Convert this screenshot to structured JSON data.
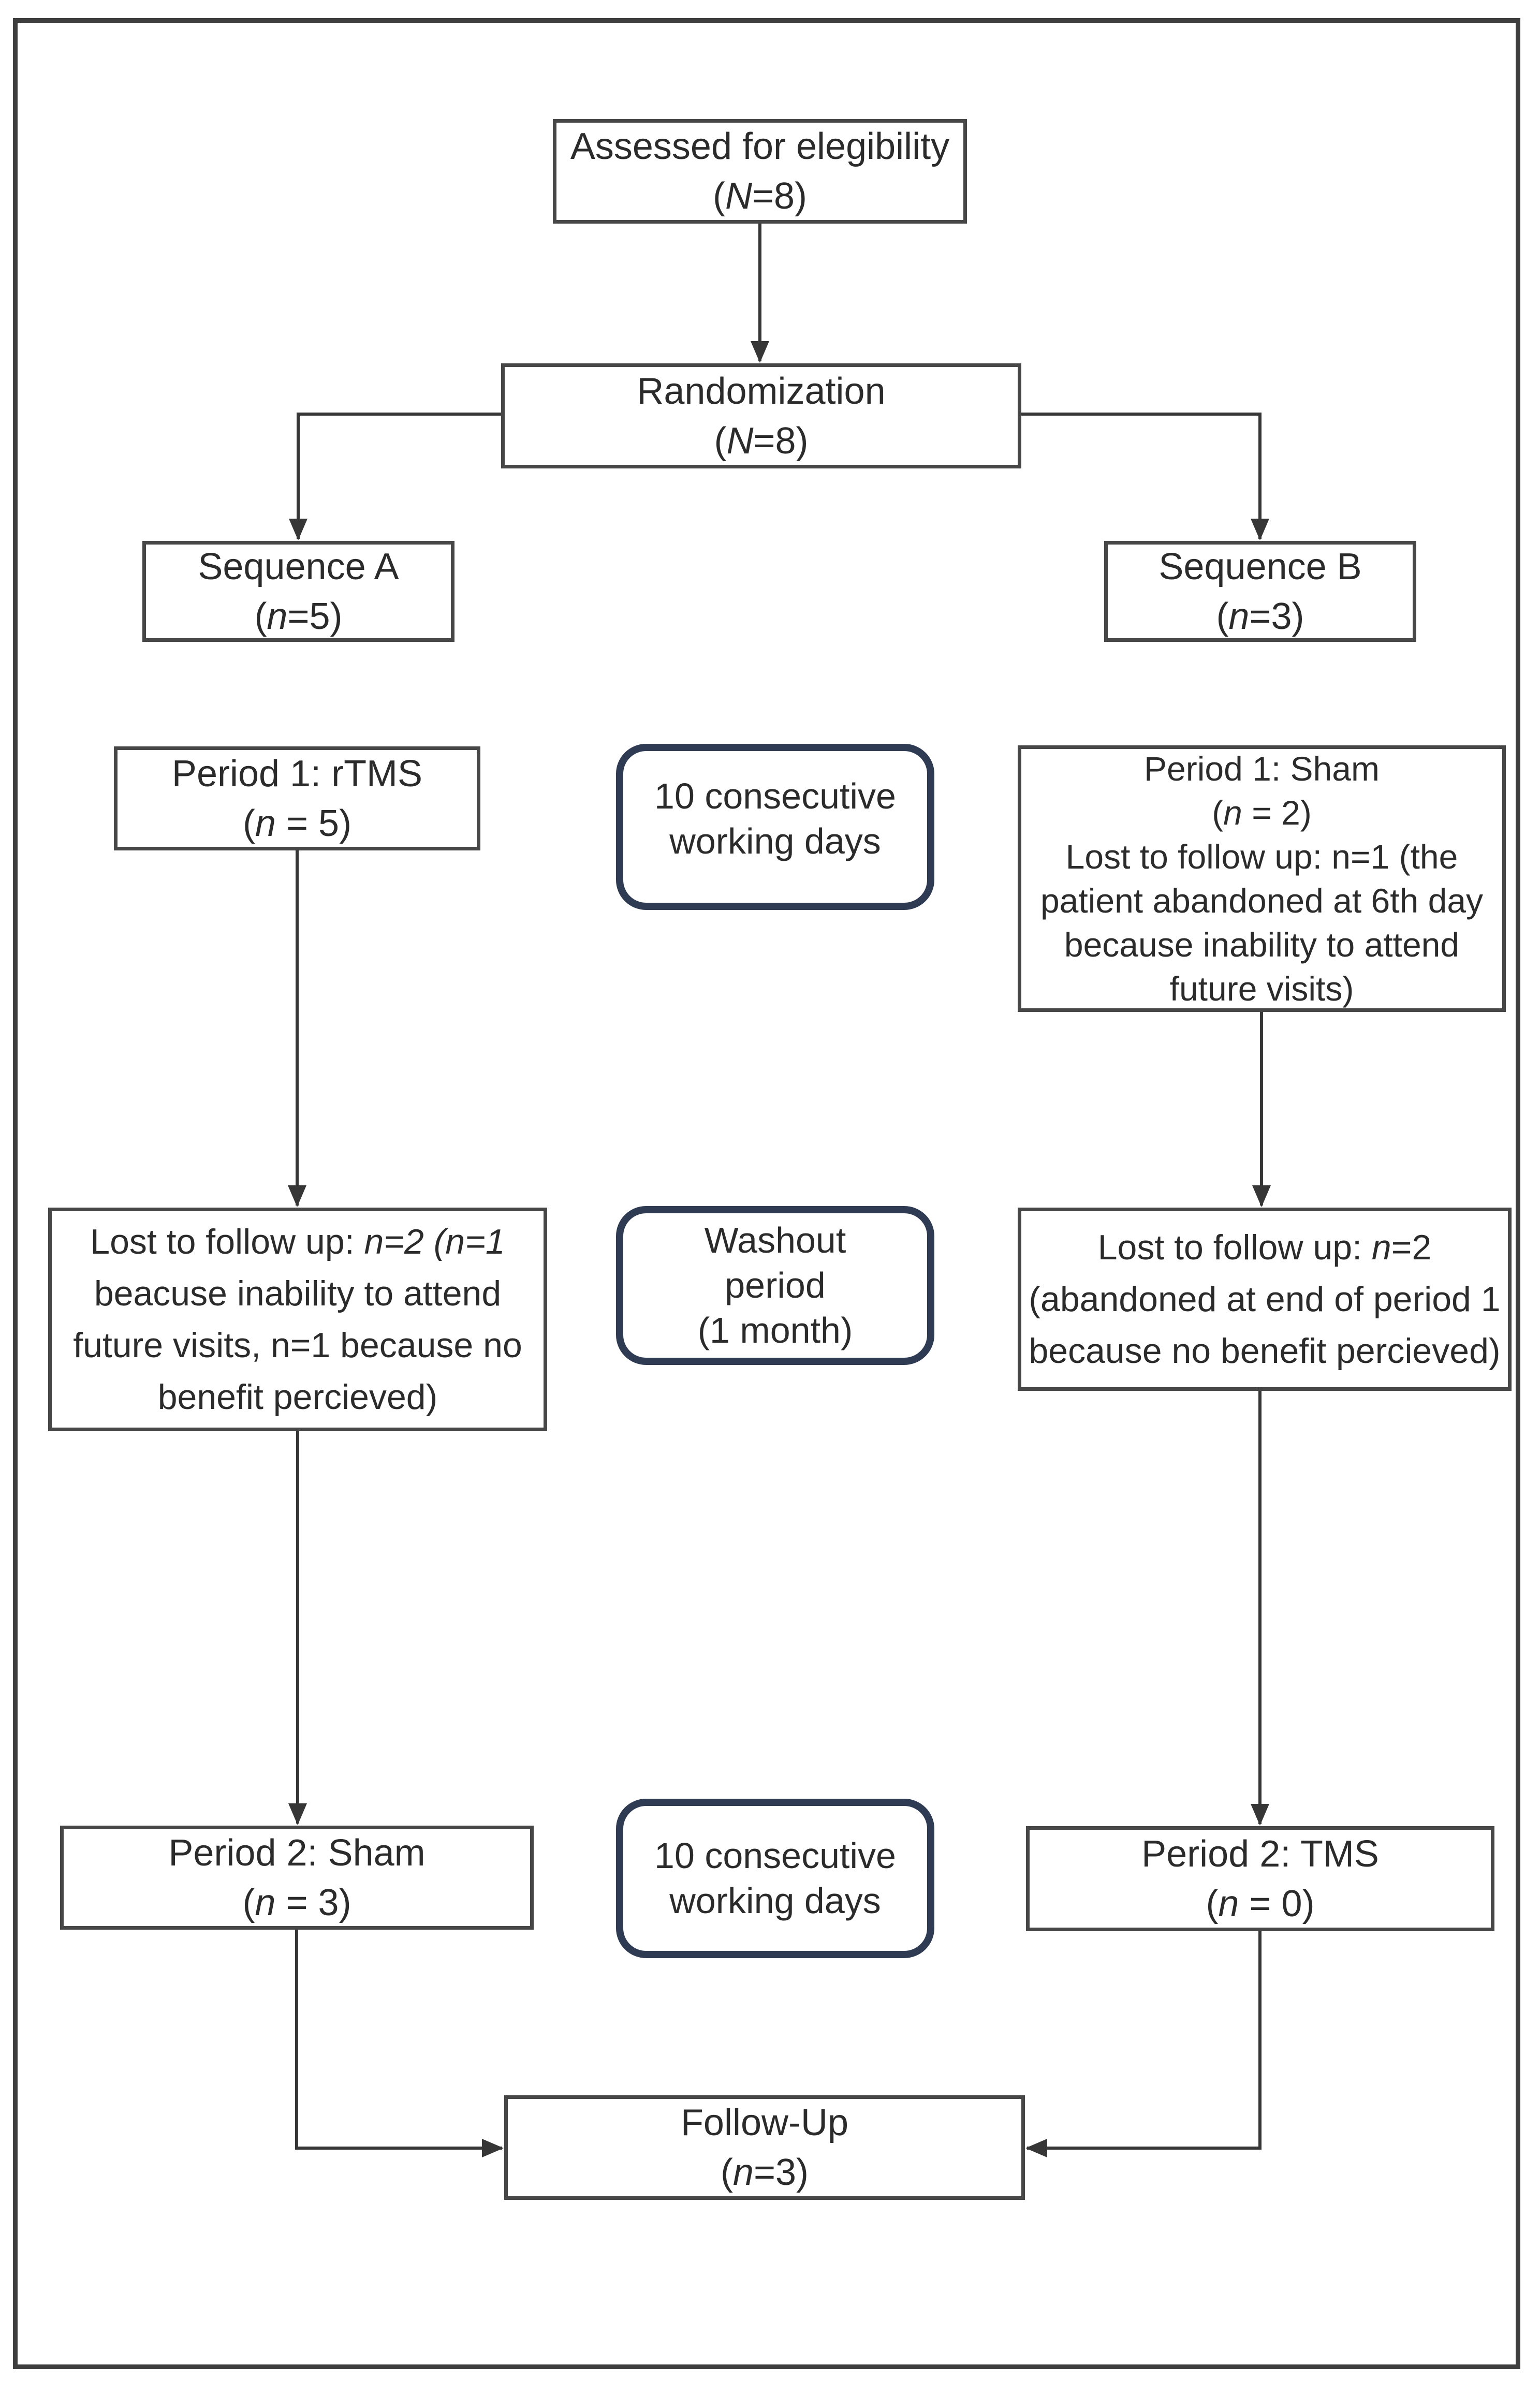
{
  "figure": {
    "type": "consort-crossover-flow-diagram"
  },
  "colors": {
    "background": "#ffffff",
    "outer_border": "#3e3e3e",
    "box_border": "#474747",
    "rounded_border": "#2e3b52",
    "connector": "#363636",
    "text": "#2b2b2b"
  },
  "boxes": {
    "assessed": {
      "lines": [
        [
          {
            "t": "Assessed for elegibility"
          }
        ],
        [
          {
            "t": "("
          },
          {
            "t": "N",
            "i": true
          },
          {
            "t": "=8)"
          }
        ]
      ]
    },
    "randomization": {
      "lines": [
        [
          {
            "t": "Randomization"
          }
        ],
        [
          {
            "t": "("
          },
          {
            "t": "N",
            "i": true
          },
          {
            "t": "=8)"
          }
        ]
      ]
    },
    "sequence_a": {
      "lines": [
        [
          {
            "t": "Sequence A"
          }
        ],
        [
          {
            "t": "("
          },
          {
            "t": "n",
            "i": true
          },
          {
            "t": "=5)"
          }
        ]
      ]
    },
    "sequence_b": {
      "lines": [
        [
          {
            "t": "Sequence B"
          }
        ],
        [
          {
            "t": "("
          },
          {
            "t": "n",
            "i": true
          },
          {
            "t": "=3)"
          }
        ]
      ]
    },
    "period1_rtms": {
      "lines": [
        [
          {
            "t": "Period 1: rTMS"
          }
        ],
        [
          {
            "t": "("
          },
          {
            "t": "n",
            "i": true
          },
          {
            "t": " = 5)"
          }
        ]
      ]
    },
    "working_days_1": {
      "lines": [
        [
          {
            "t": "10 consecutive"
          }
        ],
        [
          {
            "t": "working days"
          }
        ]
      ]
    },
    "period1_sham": {
      "lines": [
        [
          {
            "t": "Period 1: Sham"
          }
        ],
        [
          {
            "t": "("
          },
          {
            "t": "n",
            "i": true
          },
          {
            "t": " = 2)"
          }
        ],
        [
          {
            "t": "Lost to follow up: n=1 (the"
          }
        ],
        [
          {
            "t": "patient abandoned at 6th day"
          }
        ],
        [
          {
            "t": "because inability to attend"
          }
        ],
        [
          {
            "t": "future visits)"
          }
        ]
      ]
    },
    "lost_left": {
      "lines": [
        [
          {
            "t": "Lost to follow up: "
          },
          {
            "t": "n=2 (n=1",
            "i": true
          }
        ],
        [
          {
            "t": "beacuse inability to attend"
          }
        ],
        [
          {
            "t": "future visits, n=1 because no"
          }
        ],
        [
          {
            "t": "benefit percieved)"
          }
        ]
      ]
    },
    "washout": {
      "lines": [
        [
          {
            "t": "Washout"
          }
        ],
        [
          {
            "t": "period"
          }
        ],
        [
          {
            "t": "(1 month)"
          }
        ]
      ]
    },
    "lost_right": {
      "lines": [
        [
          {
            "t": "Lost to follow up: "
          },
          {
            "t": "n",
            "i": true
          },
          {
            "t": "=2"
          }
        ],
        [
          {
            "t": "(abandoned at end of period 1"
          }
        ],
        [
          {
            "t": "because no benefit percieved)"
          }
        ]
      ]
    },
    "period2_sham": {
      "lines": [
        [
          {
            "t": "Period 2: Sham"
          }
        ],
        [
          {
            "t": "("
          },
          {
            "t": "n",
            "i": true
          },
          {
            "t": " = 3)"
          }
        ]
      ]
    },
    "working_days_2": {
      "lines": [
        [
          {
            "t": "10 consecutive"
          }
        ],
        [
          {
            "t": "working days"
          }
        ]
      ]
    },
    "period2_tms": {
      "lines": [
        [
          {
            "t": "Period 2: TMS"
          }
        ],
        [
          {
            "t": "("
          },
          {
            "t": "n",
            "i": true
          },
          {
            "t": " = 0)"
          }
        ]
      ]
    },
    "followup": {
      "lines": [
        [
          {
            "t": "Follow-Up"
          }
        ],
        [
          {
            "t": "("
          },
          {
            "t": "n",
            "i": true
          },
          {
            "t": "=3)"
          }
        ]
      ]
    }
  }
}
